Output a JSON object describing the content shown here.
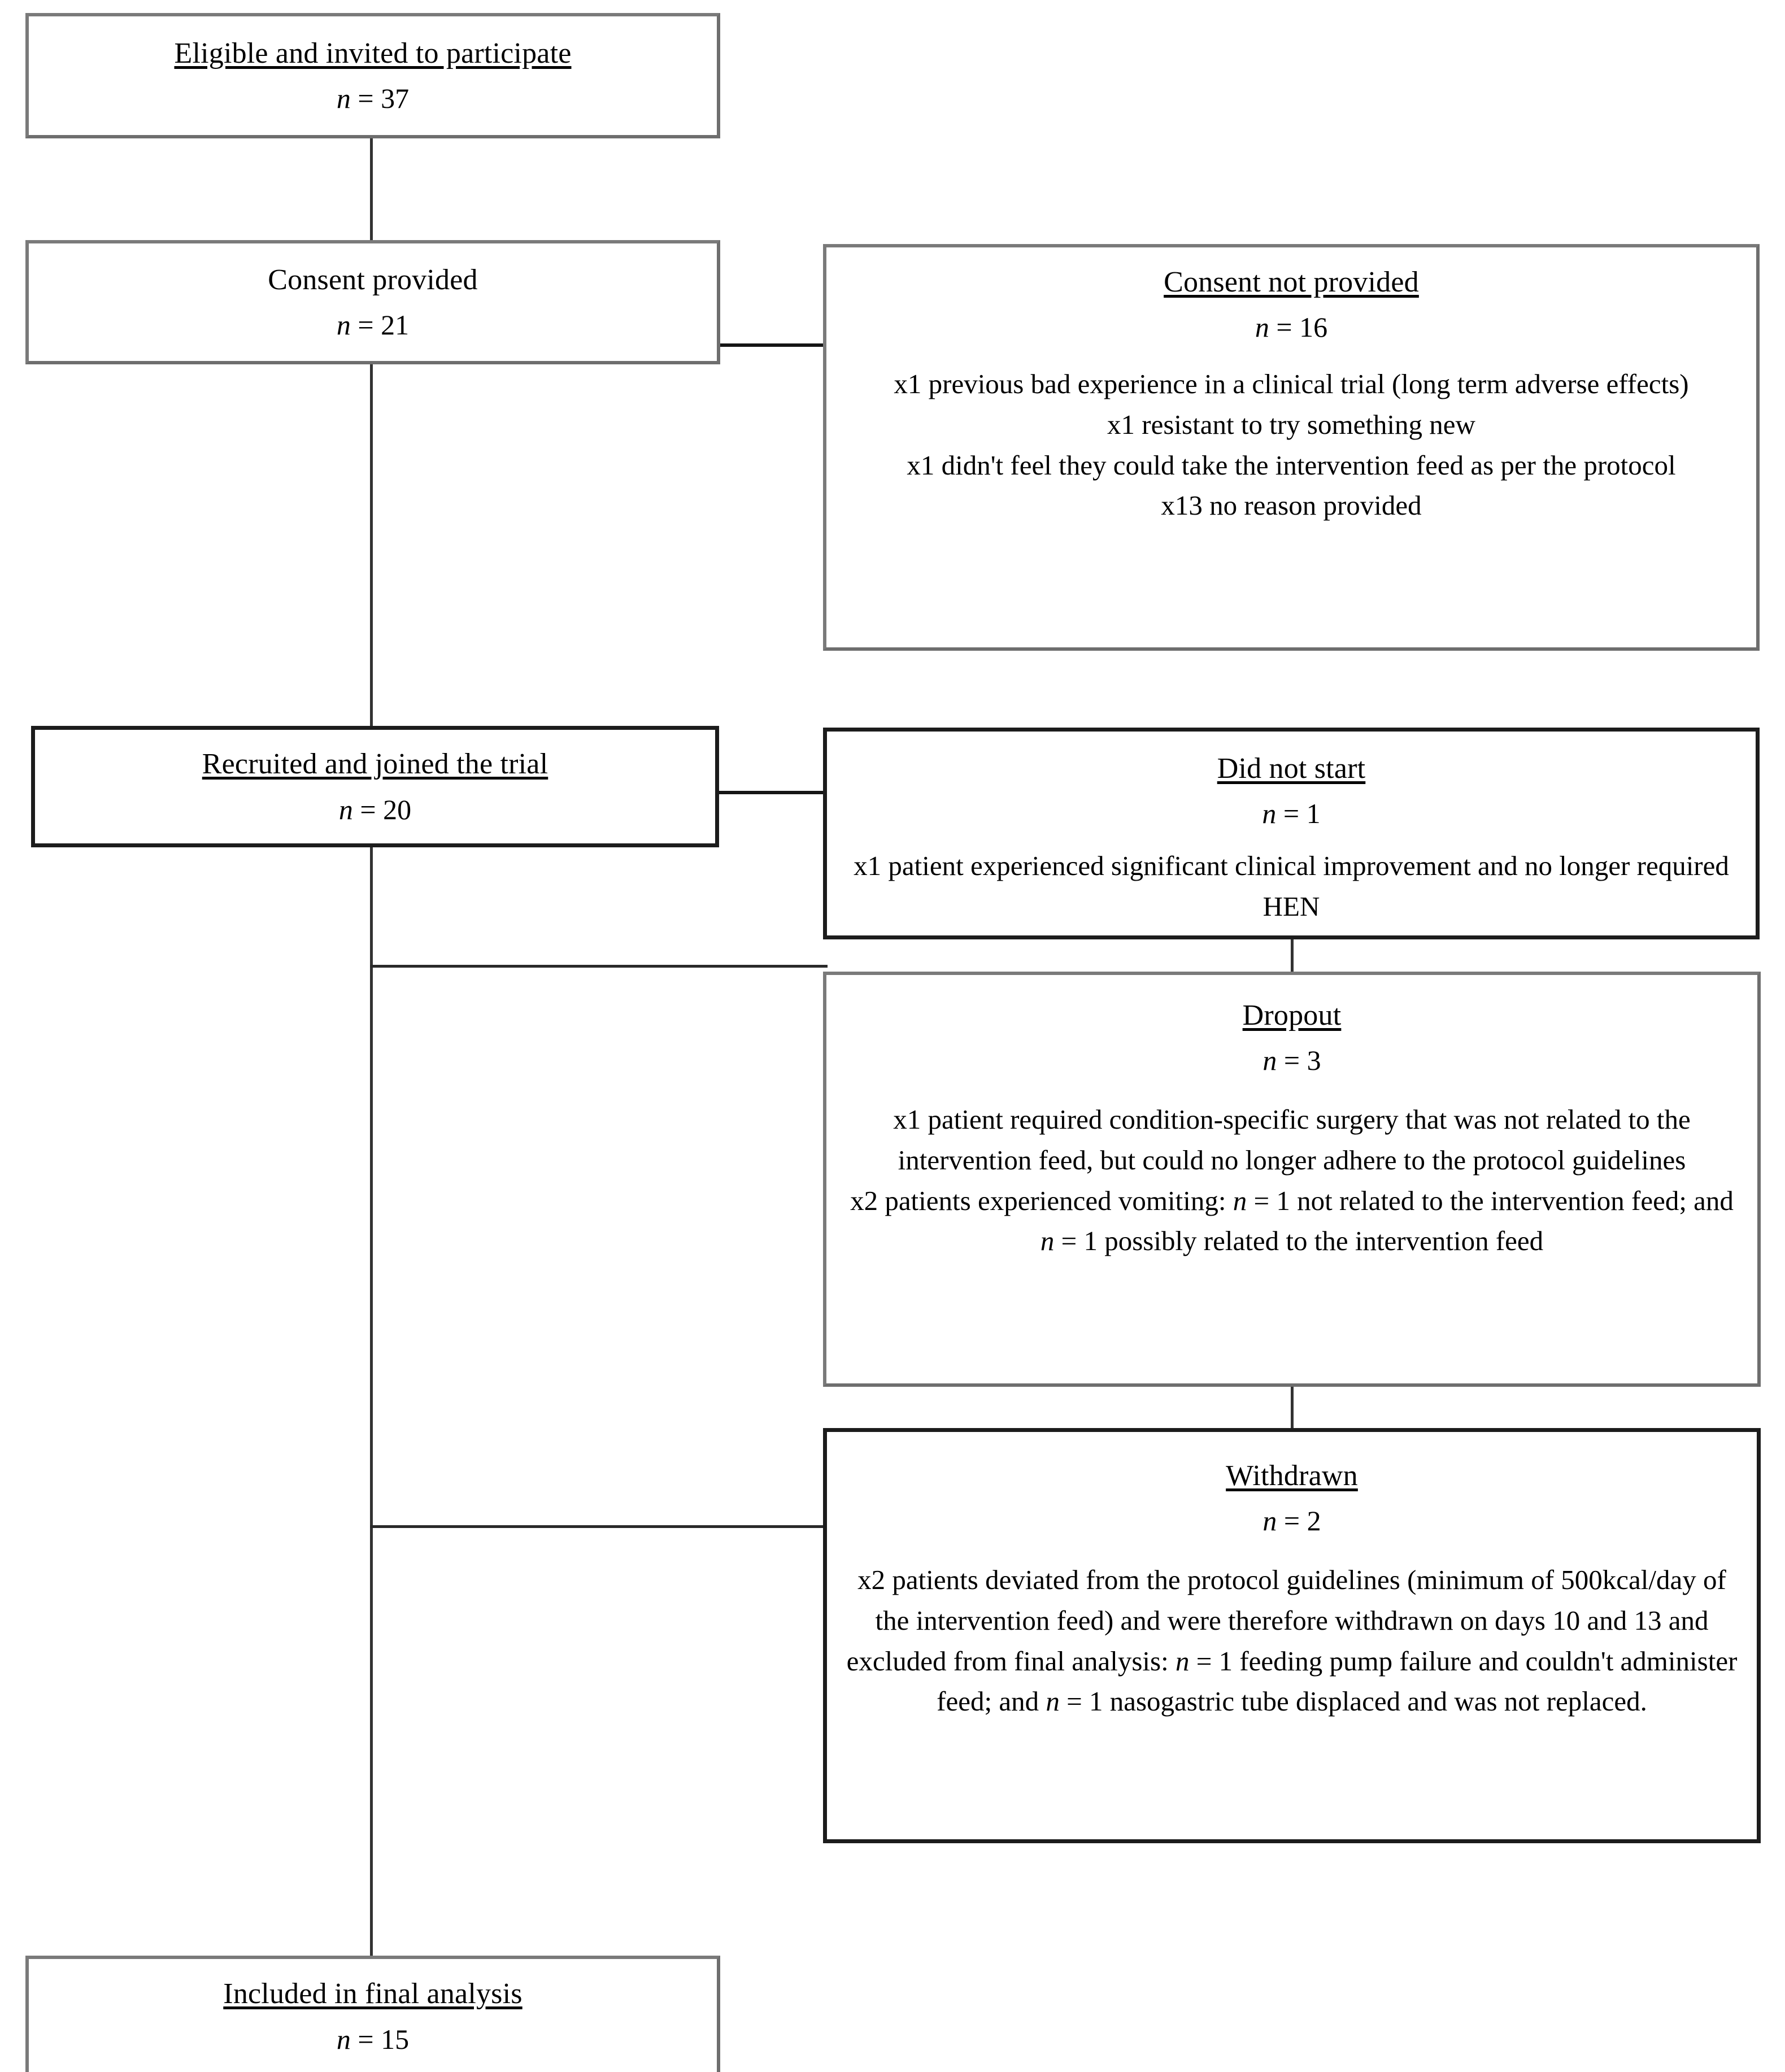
{
  "diagram": {
    "type": "consort-participant-flow",
    "nodes": [
      {
        "id": "eligible",
        "title": "Eligible and invited to participate",
        "n_label": "n",
        "n_value": "= 37",
        "reasons": []
      },
      {
        "id": "consent-provided",
        "title": "Consent provided",
        "n_label": "n",
        "n_value": "= 21",
        "reasons": []
      },
      {
        "id": "consent-not-provided",
        "title": "Consent not provided",
        "n_label": "n",
        "n_value": "= 16",
        "reasons": [
          "x1 previous bad experience in a clinical trial (long term adverse effects)",
          "x1 resistant to try something new",
          "x1 didn't feel they could take the intervention feed as per the protocol",
          "x13 no reason provided"
        ]
      },
      {
        "id": "recruited",
        "title": "Recruited and joined the trial",
        "n_label": "n",
        "n_value": "= 20",
        "reasons": []
      },
      {
        "id": "did-not-start",
        "title": "Did not start",
        "n_label": "n",
        "n_value": "= 1",
        "reasons": [
          "x1 patient experienced significant clinical improvement and no longer required HEN"
        ]
      },
      {
        "id": "dropout",
        "title": "Dropout",
        "n_label": "n",
        "n_value": "= 3",
        "reasons": [
          "x1 patient required condition-specific surgery that was not related to the intervention feed, but could no longer adhere to the protocol guidelines",
          "x2 patients experienced vomiting: n = 1 not related to the intervention feed; and n = 1 possibly related to the intervention feed"
        ]
      },
      {
        "id": "withdrawn",
        "title": "Withdrawn",
        "n_label": "n",
        "n_value": "= 2",
        "reasons": [
          "x2 patients deviated from the protocol guidelines (minimum of 500kcal/day of the intervention feed) and were therefore withdrawn on days 10 and 13 and excluded from final analysis: n = 1 feeding pump failure and couldn't administer feed; and n = 1 nasogastric tube displaced and was not replaced."
        ]
      },
      {
        "id": "included",
        "title": "Included in final analysis",
        "n_label": "n",
        "n_value": "= 15",
        "reasons": []
      }
    ],
    "colors": {
      "box_border_grey": "#7a7a7a",
      "box_border_dark": "#1c1c1c",
      "connector": "#333333",
      "text": "#000000",
      "background": "#ffffff"
    }
  }
}
